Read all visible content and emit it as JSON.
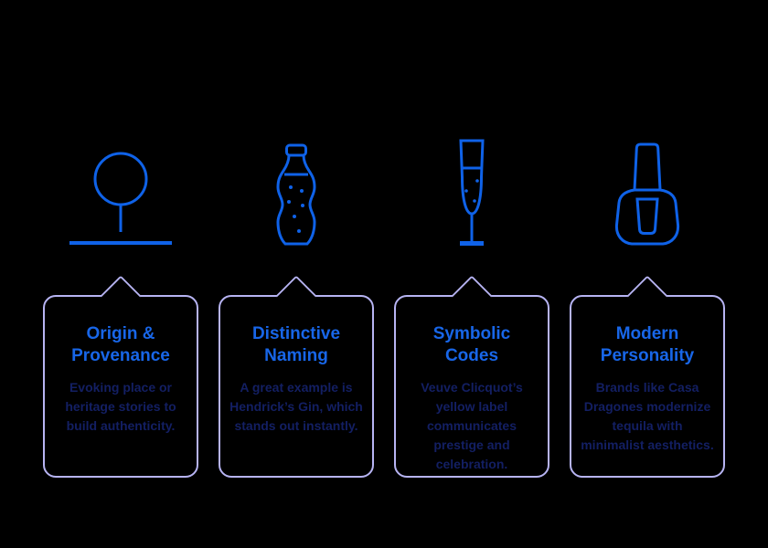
{
  "colors": {
    "background": "#000000",
    "icon": "#0f62e8",
    "title": "#1866e8",
    "body": "#131f63",
    "border": "#b7b4f3"
  },
  "cards": [
    {
      "icon": "tree-icon",
      "title": "Origin & Provenance",
      "description": "Evoking place or heritage stories to build authenticity."
    },
    {
      "icon": "contour-bottle-icon",
      "title": "Distinctive Naming",
      "description": "A great example is Hendrick’s Gin, which stands out instantly."
    },
    {
      "icon": "champagne-flute-icon",
      "title": "Symbolic Codes",
      "description": "Veuve Clicquot’s yellow label communicates prestige and celebration."
    },
    {
      "icon": "nail-polish-icon",
      "title": "Modern Personality",
      "description": "Brands like Casa Dragones modernize tequila with minimalist aesthetics."
    }
  ]
}
